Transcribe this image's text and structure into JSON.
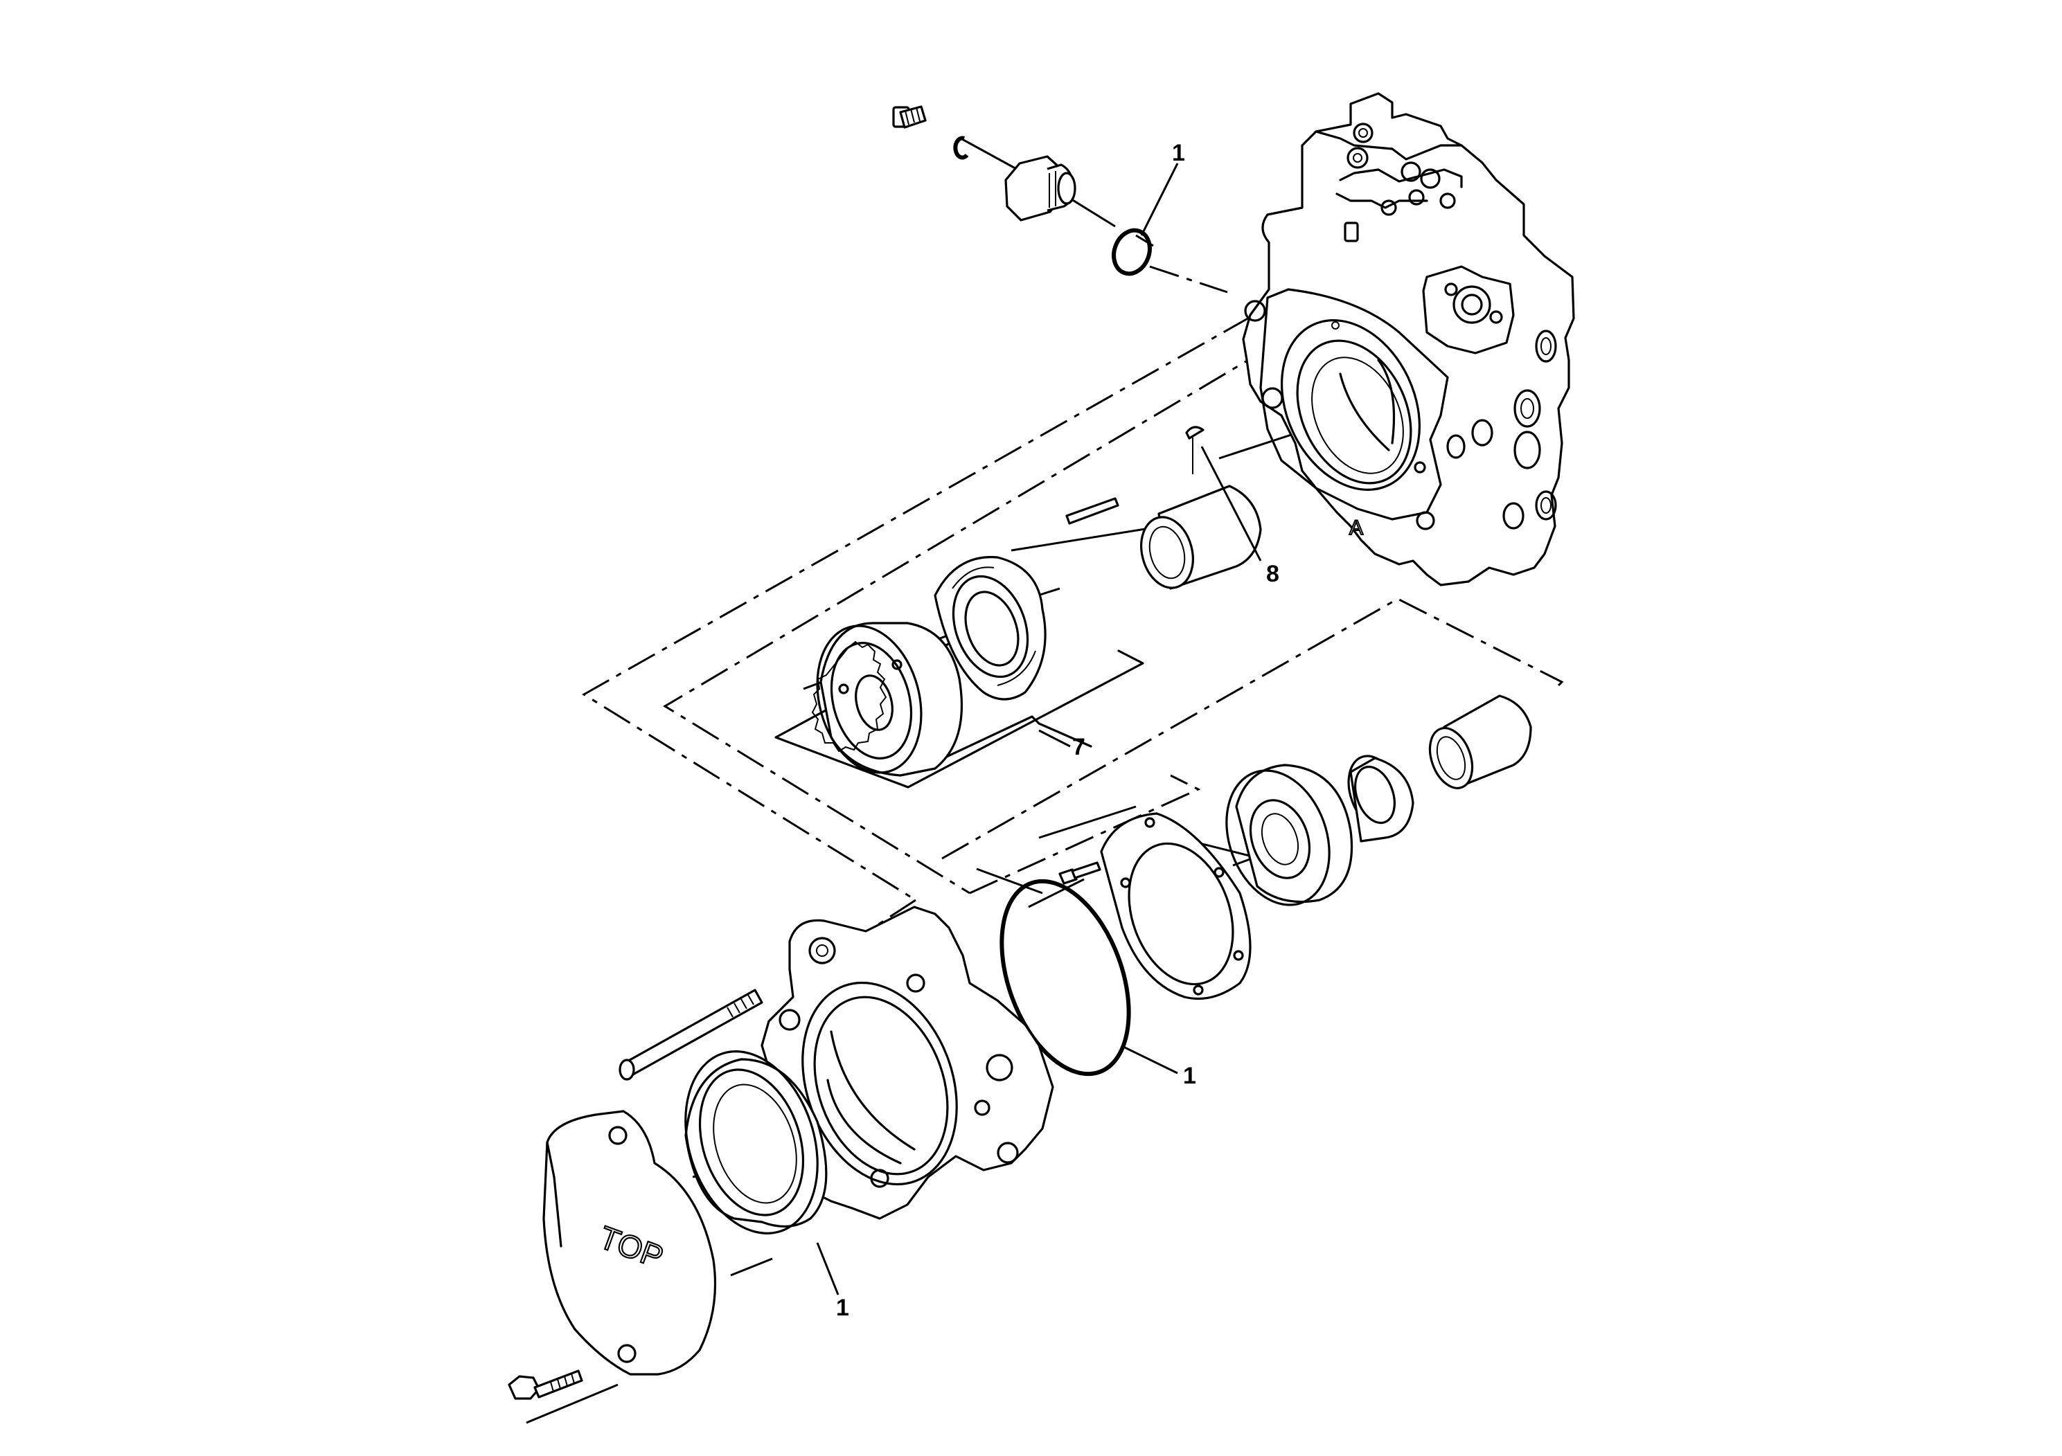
{
  "callouts": {
    "c1_top": "1",
    "c8": "8",
    "c7": "7",
    "c1_mid": "1",
    "c1_bottom": "1"
  },
  "embossed": {
    "cover_text": "TOP",
    "housing_port_letter": "A"
  }
}
